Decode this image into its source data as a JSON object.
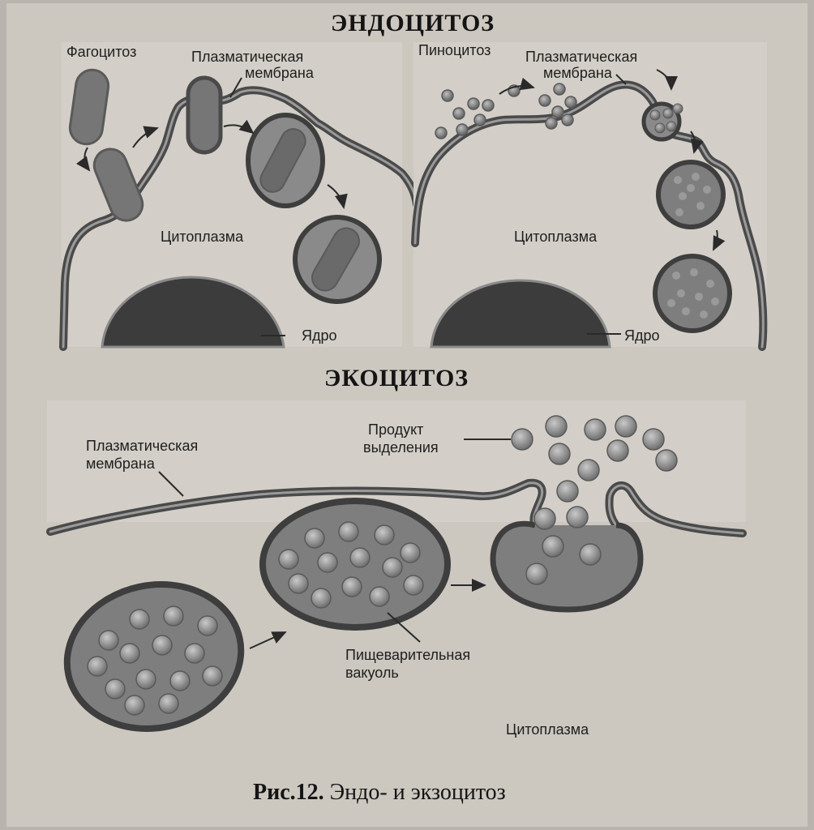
{
  "endocytosis": {
    "title": "ЭНДОЦИТОЗ",
    "phagocytosis": {
      "label": "Фагоцитоз",
      "membrane_line1": "Плазматическая",
      "membrane_line2": "мембрана",
      "cytoplasm": "Цитоплазма",
      "nucleus": "Ядро"
    },
    "pinocytosis": {
      "label": "Пиноцитоз",
      "membrane_line1": "Плазматическая",
      "membrane_line2": "мембрана",
      "cytoplasm": "Цитоплазма",
      "nucleus": "Ядро"
    }
  },
  "exocytosis": {
    "title": "ЭКОЦИТОЗ",
    "membrane_line1": "Плазматическая",
    "membrane_line2": "мембрана",
    "product_line1": "Продукт",
    "product_line2": "выделения",
    "vacuole_line1": "Пищеварительная",
    "vacuole_line2": "вакуоль",
    "cytoplasm": "Цитоплазма"
  },
  "caption": {
    "number": "Рис.12.",
    "text": " Эндо- и экзоцитоз"
  },
  "colors": {
    "membrane": "#4a4a4a",
    "vesicle_fill": "#7b7b7b",
    "nucleus": "#3a3a3a",
    "particle": "#8a8a8a"
  }
}
